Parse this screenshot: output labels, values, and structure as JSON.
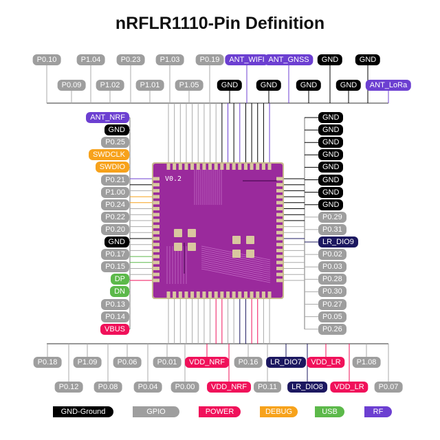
{
  "title": "nRFLR1110-Pin Definition",
  "chip_label": "V0.2",
  "colors": {
    "gnd": "#000000",
    "gpio": "#9e9e9e",
    "power": "#f0115a",
    "debug": "#f7a21b",
    "usb": "#5cb94a",
    "rf": "#6c3fd1",
    "lr": "#1c1860",
    "chip": "#9a2a9c",
    "pad": "#d9c79f"
  },
  "top_row1": [
    {
      "label": "P0.10",
      "type": "gpio"
    },
    {
      "label": "P1.04",
      "type": "gpio"
    },
    {
      "label": "P0.23",
      "type": "gpio"
    },
    {
      "label": "P1.03",
      "type": "gpio"
    },
    {
      "label": "P0.19",
      "type": "gpio"
    },
    {
      "label": "ANT_WIFI",
      "type": "rf"
    },
    {
      "label": "ANT_GNSS",
      "type": "rf"
    },
    {
      "label": "GND",
      "type": "gnd"
    },
    {
      "label": "GND",
      "type": "gnd"
    }
  ],
  "top_row2": [
    {
      "label": "P0.09",
      "type": "gpio"
    },
    {
      "label": "P1.02",
      "type": "gpio"
    },
    {
      "label": "P1.01",
      "type": "gpio"
    },
    {
      "label": "P1.05",
      "type": "gpio"
    },
    {
      "label": "GND",
      "type": "gnd"
    },
    {
      "label": "GND",
      "type": "gnd"
    },
    {
      "label": "GND",
      "type": "gnd"
    },
    {
      "label": "GND",
      "type": "gnd"
    },
    {
      "label": "ANT_LoRa",
      "type": "rf"
    }
  ],
  "left": [
    {
      "label": "ANT_NRF",
      "type": "rf"
    },
    {
      "label": "GND",
      "type": "gnd"
    },
    {
      "label": "P0.25",
      "type": "gpio"
    },
    {
      "label": "SWDCLK",
      "type": "debug"
    },
    {
      "label": "SWDIO",
      "type": "debug"
    },
    {
      "label": "P0.21",
      "type": "gpio"
    },
    {
      "label": "P1.00",
      "type": "gpio"
    },
    {
      "label": "P0.24",
      "type": "gpio"
    },
    {
      "label": "P0.22",
      "type": "gpio"
    },
    {
      "label": "P0.20",
      "type": "gpio"
    },
    {
      "label": "GND",
      "type": "gnd"
    },
    {
      "label": "P0.17",
      "type": "gpio"
    },
    {
      "label": "P0.15",
      "type": "gpio"
    },
    {
      "label": "DP",
      "type": "usb"
    },
    {
      "label": "DN",
      "type": "usb"
    },
    {
      "label": "P0.13",
      "type": "gpio"
    },
    {
      "label": "P0.14",
      "type": "gpio"
    },
    {
      "label": "VBUS",
      "type": "power"
    }
  ],
  "right": [
    {
      "label": "GND",
      "type": "gnd"
    },
    {
      "label": "GND",
      "type": "gnd"
    },
    {
      "label": "GND",
      "type": "gnd"
    },
    {
      "label": "GND",
      "type": "gnd"
    },
    {
      "label": "GND",
      "type": "gnd"
    },
    {
      "label": "GND",
      "type": "gnd"
    },
    {
      "label": "GND",
      "type": "gnd"
    },
    {
      "label": "GND",
      "type": "gnd"
    },
    {
      "label": "P0.29",
      "type": "gpio"
    },
    {
      "label": "P0.31",
      "type": "gpio"
    },
    {
      "label": "LR_DIO9",
      "type": "lr"
    },
    {
      "label": "P0.02",
      "type": "gpio"
    },
    {
      "label": "P0.03",
      "type": "gpio"
    },
    {
      "label": "P0.28",
      "type": "gpio"
    },
    {
      "label": "P0.30",
      "type": "gpio"
    },
    {
      "label": "P0.27",
      "type": "gpio"
    },
    {
      "label": "P0.05",
      "type": "gpio"
    },
    {
      "label": "P0.26",
      "type": "gpio"
    }
  ],
  "bottom_row1": [
    {
      "label": "P0.18",
      "type": "gpio"
    },
    {
      "label": "P1.09",
      "type": "gpio"
    },
    {
      "label": "P0.06",
      "type": "gpio"
    },
    {
      "label": "P0.01",
      "type": "gpio"
    },
    {
      "label": "VDD_NRF",
      "type": "power"
    },
    {
      "label": "P0.16",
      "type": "gpio"
    },
    {
      "label": "LR_DIO7",
      "type": "lr"
    },
    {
      "label": "VDD_LR",
      "type": "power"
    },
    {
      "label": "P1.08",
      "type": "gpio"
    }
  ],
  "bottom_row2": [
    {
      "label": "P0.12",
      "type": "gpio"
    },
    {
      "label": "P0.08",
      "type": "gpio"
    },
    {
      "label": "P0.04",
      "type": "gpio"
    },
    {
      "label": "P0.00",
      "type": "gpio"
    },
    {
      "label": "VDD_NRF",
      "type": "power"
    },
    {
      "label": "P0.11",
      "type": "gpio"
    },
    {
      "label": "LR_DIO8",
      "type": "lr"
    },
    {
      "label": "VDD_LR",
      "type": "power"
    },
    {
      "label": "P0.07",
      "type": "gpio"
    }
  ],
  "legend": [
    {
      "label": "GND-Ground",
      "type": "gnd"
    },
    {
      "label": "GPIO",
      "type": "gpio"
    },
    {
      "label": "POWER",
      "type": "power"
    },
    {
      "label": "DEBUG",
      "type": "debug"
    },
    {
      "label": "USB",
      "type": "usb"
    },
    {
      "label": "RF",
      "type": "rf"
    }
  ]
}
